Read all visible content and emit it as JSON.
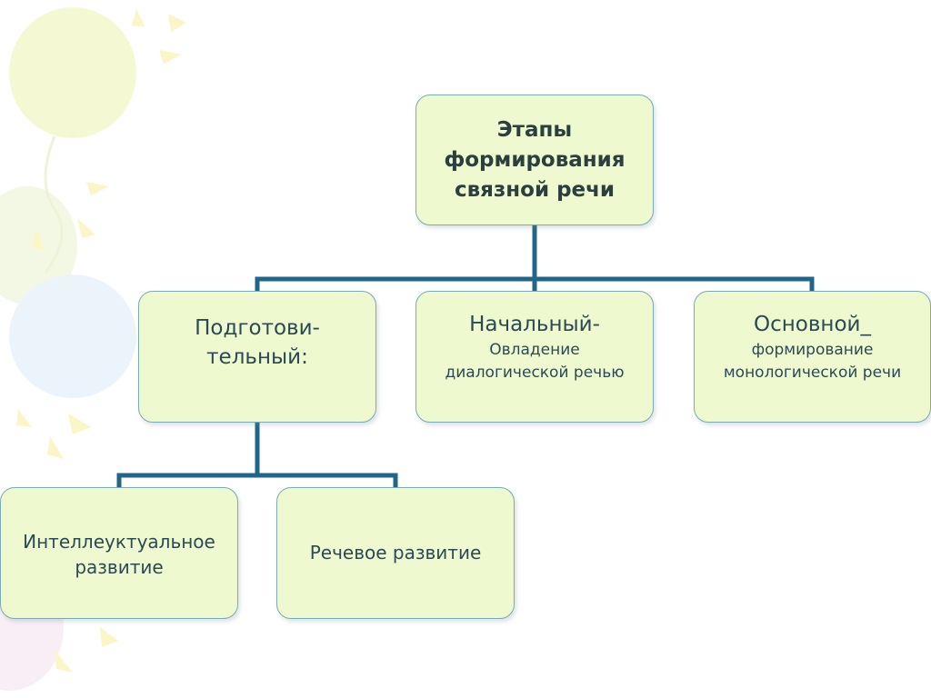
{
  "diagram": {
    "title": "Этапы формирования связной речи",
    "stages": [
      {
        "name": "Подготови-тельный:",
        "description": ""
      },
      {
        "name": "Начальный-",
        "description": "Овладение диалогической речью"
      },
      {
        "name": "Основной_",
        "description": "формирование монологической речи"
      }
    ],
    "preparatory_substages": [
      "Интеллеуктуальное развитие",
      "Речевое развитие"
    ]
  },
  "colors": {
    "box_fill": "#eef9cf",
    "box_border": "#7aa9b8",
    "connector": "#1f6688",
    "text": "#2b4a55"
  }
}
